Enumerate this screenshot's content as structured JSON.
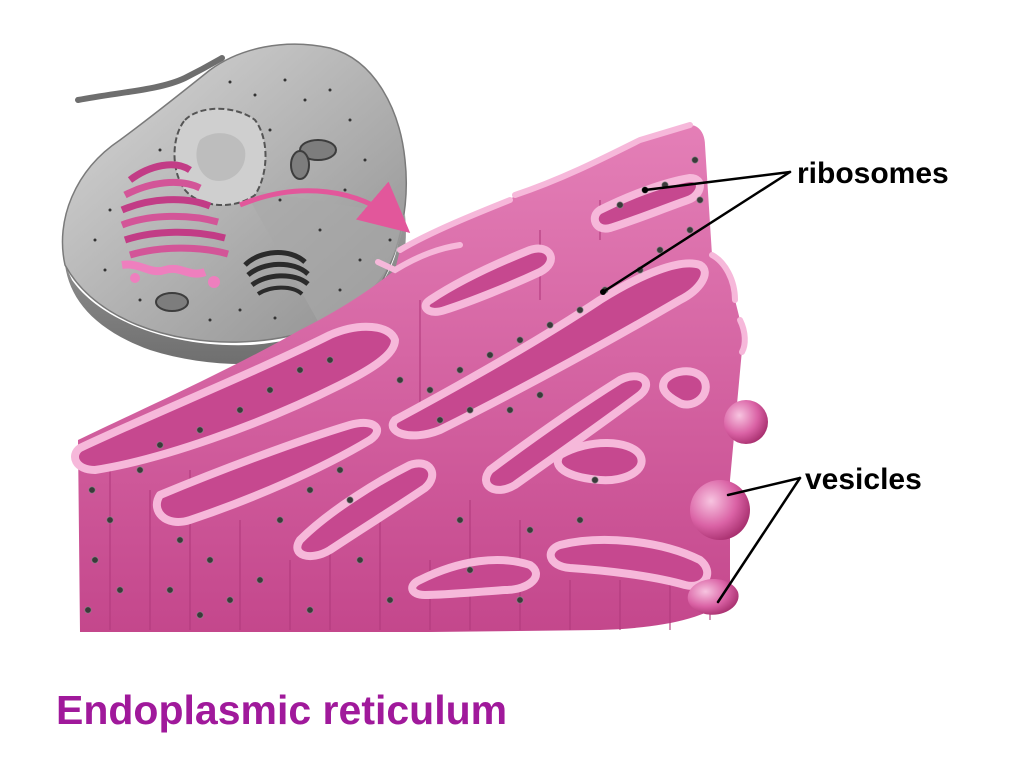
{
  "figure": {
    "title": "Endoplasmic reticulum",
    "labels": {
      "ribosomes": "ribosomes",
      "vesicles": "vesicles"
    }
  },
  "colors": {
    "title": "#a0199b",
    "er_fill": "#d6589e",
    "er_highlight": "#f2a3cf",
    "er_shadow": "#a83576",
    "cell_gray": "#8f8f8f",
    "cell_light": "#c4c4c4",
    "ribosome": "#3a3a3a",
    "leader_line": "#000000"
  },
  "icons": {
    "cell": "animal-cell-cutaway-icon",
    "arrow": "zoom-arrow-icon"
  }
}
